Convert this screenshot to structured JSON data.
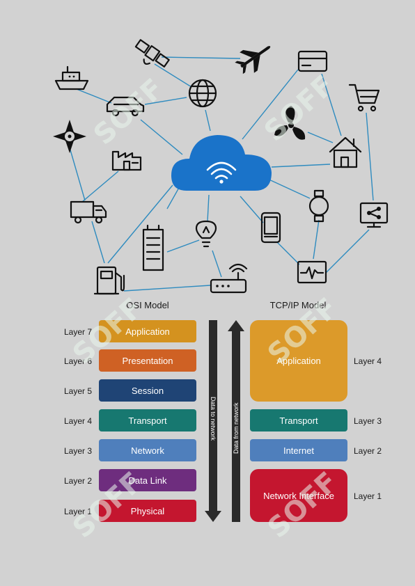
{
  "osi": {
    "title": "OSI Model",
    "layers": [
      {
        "label": "Layer 7",
        "name": "Application",
        "color": "#d4921f"
      },
      {
        "label": "Layer 6",
        "name": "Presentation",
        "color": "#cf6124"
      },
      {
        "label": "Layer 5",
        "name": "Session",
        "color": "#1f4475"
      },
      {
        "label": "Layer 4",
        "name": "Transport",
        "color": "#177870"
      },
      {
        "label": "Layer 3",
        "name": "Network",
        "color": "#4f7fbc"
      },
      {
        "label": "Layer 2",
        "name": "Data Link",
        "color": "#6e2d7e"
      },
      {
        "label": "Layer 1",
        "name": "Physical",
        "color": "#c4162f"
      }
    ]
  },
  "arrows": {
    "down_label": "Data to network",
    "up_label": "Data from network",
    "color": "#2a2a2a"
  },
  "tcpip": {
    "title": "TCP/IP Model",
    "layers": [
      {
        "label": "Layer 4",
        "name": "Application",
        "color": "#dc9a2a"
      },
      {
        "label": "Layer 3",
        "name": "Transport",
        "color": "#177870"
      },
      {
        "label": "Layer 2",
        "name": "Internet",
        "color": "#4f7fbc"
      },
      {
        "label": "Layer 1",
        "name": "Network Interface",
        "color": "#c4162f"
      }
    ]
  },
  "network": {
    "cloud_color": "#1a73c9",
    "line_color": "#2e8bbf",
    "icons": [
      "ship-icon",
      "satellite-icon",
      "airplane-icon",
      "card-icon",
      "cart-icon",
      "car-icon",
      "globe-icon",
      "fan-icon",
      "compass-icon",
      "house-icon",
      "factory-icon",
      "cloud-wifi-icon",
      "truck-icon",
      "smartwatch-icon",
      "monitor-share-icon",
      "building-icon",
      "lightbulb-icon",
      "phone-icon",
      "fuel-pump-icon",
      "router-icon",
      "heart-monitor-icon"
    ]
  },
  "watermark": {
    "text": "SOFF",
    "color": "#e9f6ec"
  }
}
